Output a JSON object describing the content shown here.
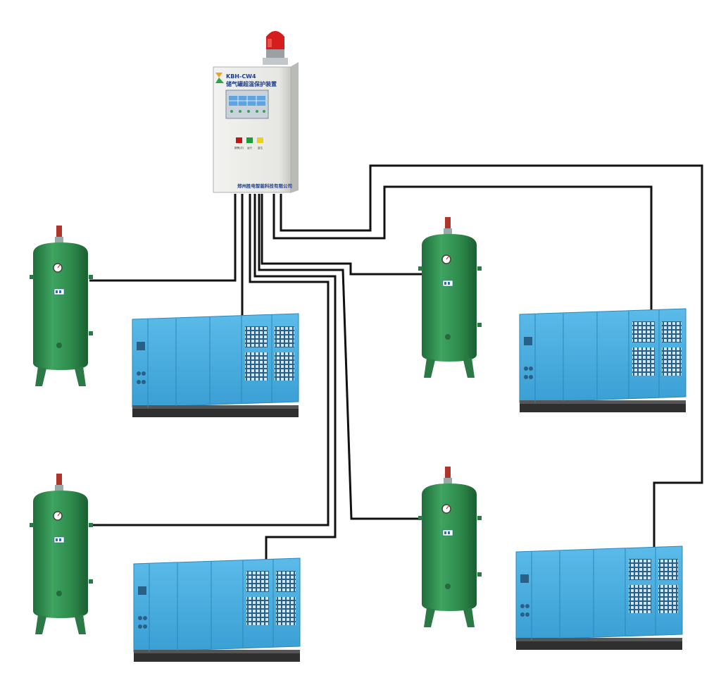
{
  "controller": {
    "model": "KBH-CW4",
    "title": "储气罐超温保护装置",
    "company": "郑州胜电智能科技有限公司",
    "buttons": [
      {
        "label": "报警(灯)",
        "color": "#c0161a"
      },
      {
        "label": "运行",
        "color": "#1e9a3a"
      },
      {
        "label": "复位",
        "color": "#e8d21c"
      }
    ],
    "beacon_color": "#d61d1d",
    "screen_color": "#5ea4e0"
  },
  "colors": {
    "tank_green": "#2e8a4c",
    "compressor_blue": "#4aaee0",
    "wire": "#111111"
  },
  "tanks": [
    {
      "id": "tank-1"
    },
    {
      "id": "tank-2"
    },
    {
      "id": "tank-3"
    },
    {
      "id": "tank-4"
    }
  ],
  "compressors": [
    {
      "id": "compressor-1"
    },
    {
      "id": "compressor-2"
    },
    {
      "id": "compressor-3"
    },
    {
      "id": "compressor-4"
    }
  ]
}
